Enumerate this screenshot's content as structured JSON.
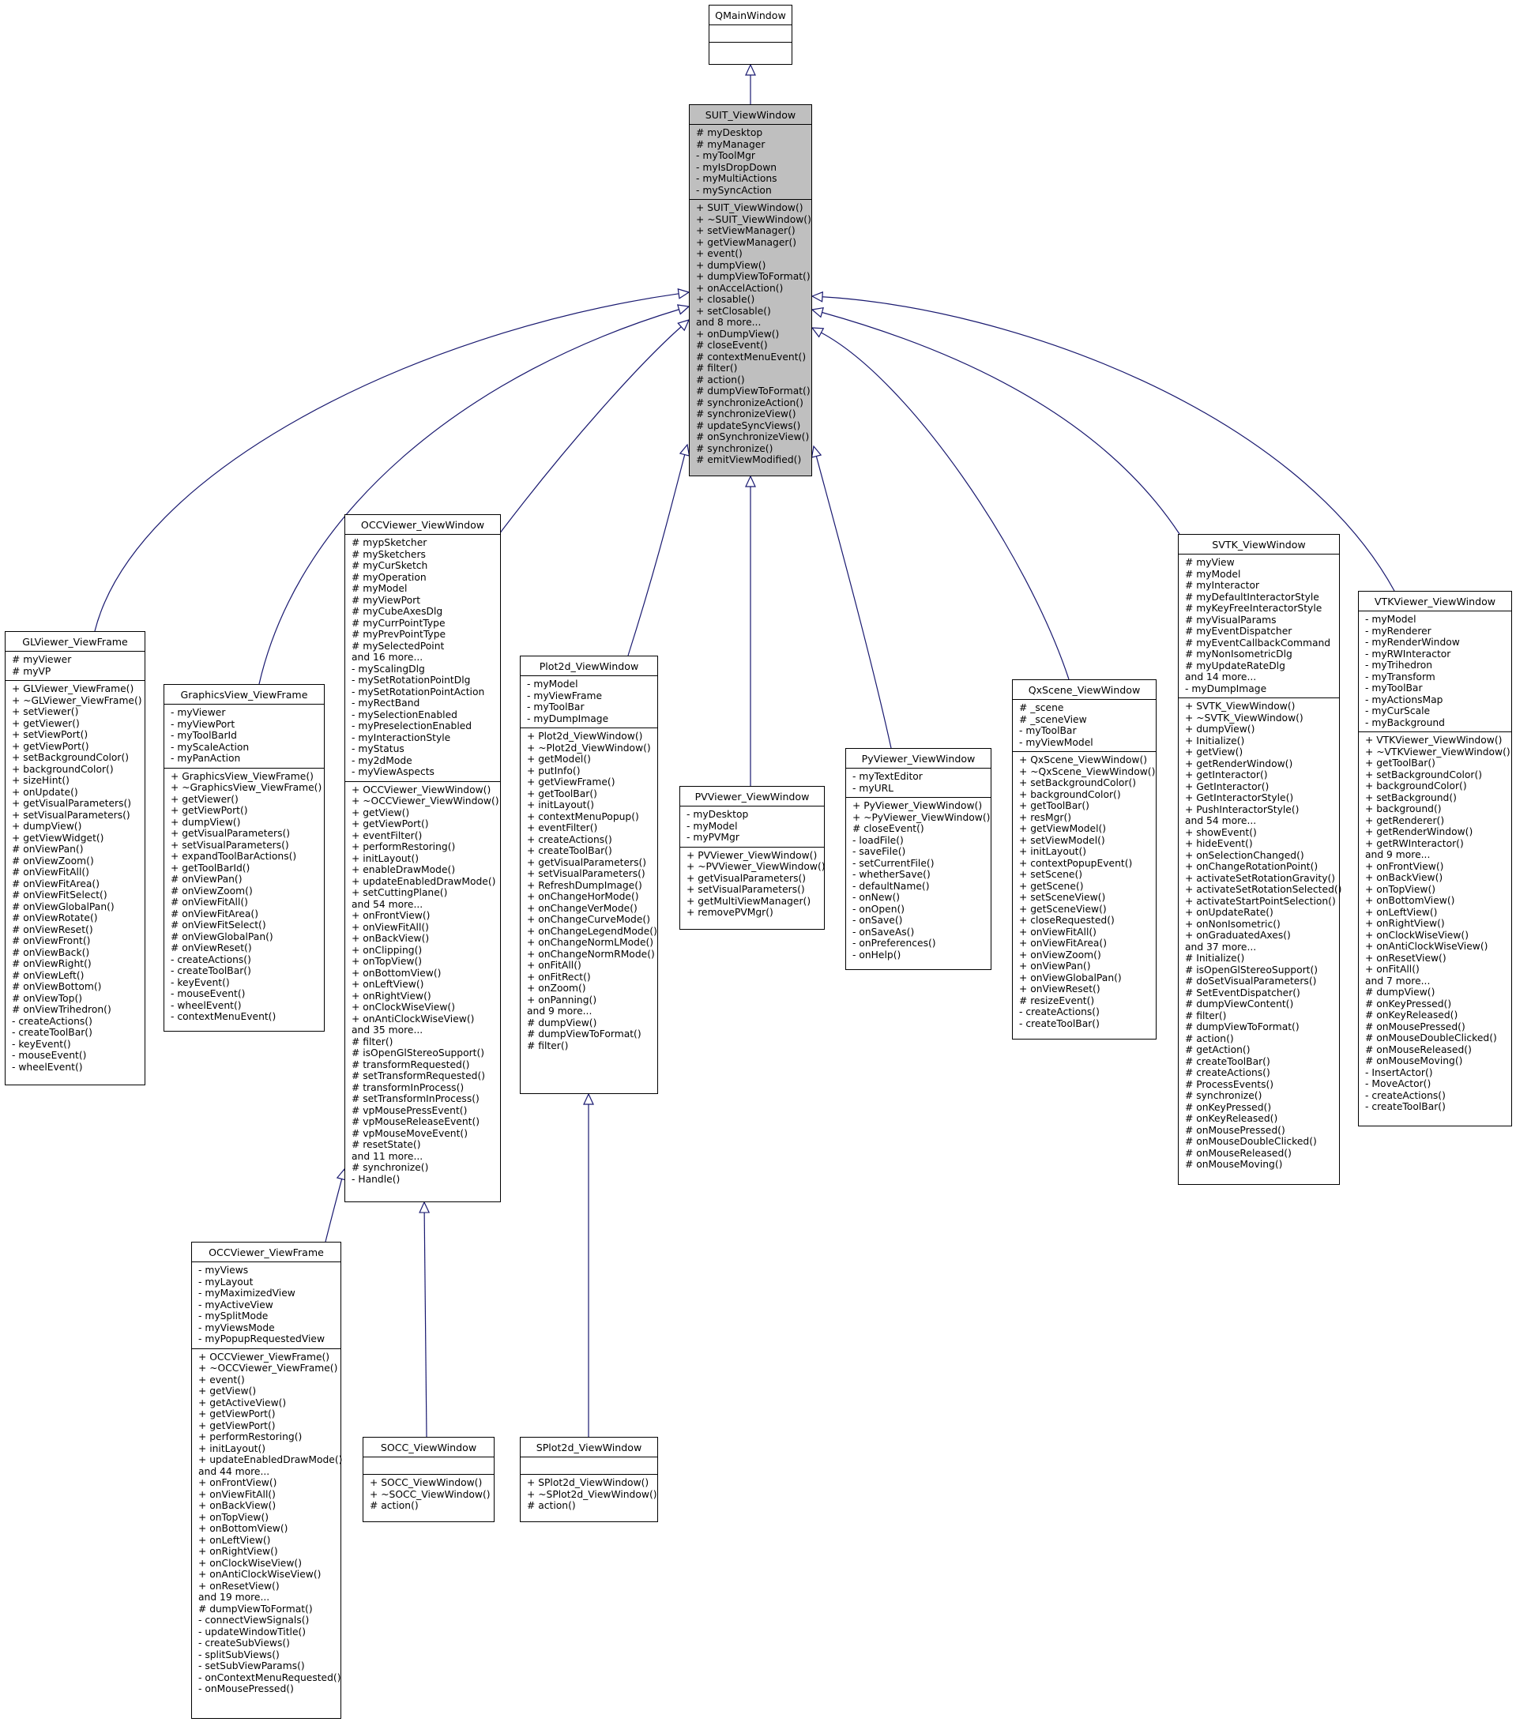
{
  "diagram": {
    "edge_color": "#191970",
    "highlight_fill": "#bfbfbf",
    "classes": [
      {
        "id": "qmainwindow",
        "name": "QMainWindow",
        "attributes": [],
        "operations": []
      },
      {
        "id": "suit",
        "name": "SUIT_ViewWindow",
        "highlight": true,
        "attributes": [
          "# myDesktop",
          "# myManager",
          "- myToolMgr",
          "- myIsDropDown",
          "- myMultiActions",
          "- mySyncAction"
        ],
        "operations": [
          "+ SUIT_ViewWindow()",
          "+ ~SUIT_ViewWindow()",
          "+ setViewManager()",
          "+ getViewManager()",
          "+ event()",
          "+ dumpView()",
          "+ dumpViewToFormat()",
          "+ onAccelAction()",
          "+ closable()",
          "+ setClosable()",
          "and 8 more...",
          "+ onDumpView()",
          "# closeEvent()",
          "# contextMenuEvent()",
          "# filter()",
          "# action()",
          "# dumpViewToFormat()",
          "# synchronizeAction()",
          "# synchronizeView()",
          "# updateSyncViews()",
          "# onSynchronizeView()",
          "# synchronize()",
          "# emitViewModified()"
        ]
      },
      {
        "id": "glviewer",
        "name": "GLViewer_ViewFrame",
        "attributes": [
          "# myViewer",
          "# myVP"
        ],
        "operations": [
          "+ GLViewer_ViewFrame()",
          "+ ~GLViewer_ViewFrame()",
          "+ setViewer()",
          "+ getViewer()",
          "+ setViewPort()",
          "+ getViewPort()",
          "+ setBackgroundColor()",
          "+ backgroundColor()",
          "+ sizeHint()",
          "+ onUpdate()",
          "+ getVisualParameters()",
          "+ setVisualParameters()",
          "+ dumpView()",
          "+ getViewWidget()",
          "# onViewPan()",
          "# onViewZoom()",
          "# onViewFitAll()",
          "# onViewFitArea()",
          "# onViewFitSelect()",
          "# onViewGlobalPan()",
          "# onViewRotate()",
          "# onViewReset()",
          "# onViewFront()",
          "# onViewBack()",
          "# onViewRight()",
          "# onViewLeft()",
          "# onViewBottom()",
          "# onViewTop()",
          "# onViewTrihedron()",
          "- createActions()",
          "- createToolBar()",
          "- keyEvent()",
          "- mouseEvent()",
          "- wheelEvent()"
        ]
      },
      {
        "id": "graphicsview",
        "name": "GraphicsView_ViewFrame",
        "attributes": [
          "- myViewer",
          "- myViewPort",
          "- myToolBarId",
          "- myScaleAction",
          "- myPanAction"
        ],
        "operations": [
          "+ GraphicsView_ViewFrame()",
          "+ ~GraphicsView_ViewFrame()",
          "+ getViewer()",
          "+ getViewPort()",
          "+ dumpView()",
          "+ getVisualParameters()",
          "+ setVisualParameters()",
          "+ expandToolBarActions()",
          "+ getToolBarId()",
          "# onViewPan()",
          "# onViewZoom()",
          "# onViewFitAll()",
          "# onViewFitArea()",
          "# onViewFitSelect()",
          "# onViewGlobalPan()",
          "# onViewReset()",
          "- createActions()",
          "- createToolBar()",
          "- keyEvent()",
          "- mouseEvent()",
          "- wheelEvent()",
          "- contextMenuEvent()"
        ]
      },
      {
        "id": "occviewer",
        "name": "OCCViewer_ViewWindow",
        "attributes": [
          "# mypSketcher",
          "# mySketchers",
          "# myCurSketch",
          "# myOperation",
          "# myModel",
          "# myViewPort",
          "# myCubeAxesDlg",
          "# myCurrPointType",
          "# myPrevPointType",
          "# mySelectedPoint",
          "and 16 more...",
          "- myScalingDlg",
          "- mySetRotationPointDlg",
          "- mySetRotationPointAction",
          "- myRectBand",
          "- mySelectionEnabled",
          "- myPreselectionEnabled",
          "- myInteractionStyle",
          "- myStatus",
          "- my2dMode",
          "- myViewAspects"
        ],
        "operations": [
          "+ OCCViewer_ViewWindow()",
          "+ ~OCCViewer_ViewWindow()",
          "+ getView()",
          "+ getViewPort()",
          "+ eventFilter()",
          "+ performRestoring()",
          "+ initLayout()",
          "+ enableDrawMode()",
          "+ updateEnabledDrawMode()",
          "+ setCuttingPlane()",
          "and 54 more...",
          "+ onFrontView()",
          "+ onViewFitAll()",
          "+ onBackView()",
          "+ onClipping()",
          "+ onTopView()",
          "+ onBottomView()",
          "+ onLeftView()",
          "+ onRightView()",
          "+ onClockWiseView()",
          "+ onAntiClockWiseView()",
          "and 35 more...",
          "# filter()",
          "# isOpenGlStereoSupport()",
          "# transformRequested()",
          "# setTransformRequested()",
          "# transformInProcess()",
          "# setTransformInProcess()",
          "# vpMousePressEvent()",
          "# vpMouseReleaseEvent()",
          "# vpMouseMoveEvent()",
          "# resetState()",
          "and 11 more...",
          "# synchronize()",
          "- Handle()"
        ]
      },
      {
        "id": "plot2d",
        "name": "Plot2d_ViewWindow",
        "attributes": [
          "- myModel",
          "- myViewFrame",
          "- myToolBar",
          "- myDumpImage"
        ],
        "operations": [
          "+ Plot2d_ViewWindow()",
          "+ ~Plot2d_ViewWindow()",
          "+ getModel()",
          "+ putInfo()",
          "+ getViewFrame()",
          "+ getToolBar()",
          "+ initLayout()",
          "+ contextMenuPopup()",
          "+ eventFilter()",
          "+ createActions()",
          "+ createToolBar()",
          "+ getVisualParameters()",
          "+ setVisualParameters()",
          "+ RefreshDumpImage()",
          "+ onChangeHorMode()",
          "+ onChangeVerMode()",
          "+ onChangeCurveMode()",
          "+ onChangeLegendMode()",
          "+ onChangeNormLMode()",
          "+ onChangeNormRMode()",
          "+ onFitAll()",
          "+ onFitRect()",
          "+ onZoom()",
          "+ onPanning()",
          "and 9 more...",
          "# dumpView()",
          "# dumpViewToFormat()",
          "# filter()"
        ]
      },
      {
        "id": "pvviewer",
        "name": "PVViewer_ViewWindow",
        "attributes": [
          "- myDesktop",
          "- myModel",
          "- myPVMgr"
        ],
        "operations": [
          "+ PVViewer_ViewWindow()",
          "+ ~PVViewer_ViewWindow()",
          "+ getVisualParameters()",
          "+ setVisualParameters()",
          "+ getMultiViewManager()",
          "+ removePVMgr()"
        ]
      },
      {
        "id": "pyviewer",
        "name": "PyViewer_ViewWindow",
        "attributes": [
          "- myTextEditor",
          "- myURL"
        ],
        "operations": [
          "+ PyViewer_ViewWindow()",
          "+ ~PyViewer_ViewWindow()",
          "# closeEvent()",
          "- loadFile()",
          "- saveFile()",
          "- setCurrentFile()",
          "- whetherSave()",
          "- defaultName()",
          "- onNew()",
          "- onOpen()",
          "- onSave()",
          "- onSaveAs()",
          "- onPreferences()",
          "- onHelp()"
        ]
      },
      {
        "id": "qxscene",
        "name": "QxScene_ViewWindow",
        "attributes": [
          "# _scene",
          "# _sceneView",
          "- myToolBar",
          "- myViewModel"
        ],
        "operations": [
          "+ QxScene_ViewWindow()",
          "+ ~QxScene_ViewWindow()",
          "+ setBackgroundColor()",
          "+ backgroundColor()",
          "+ getToolBar()",
          "+ resMgr()",
          "+ getViewModel()",
          "+ setViewModel()",
          "+ initLayout()",
          "+ contextPopupEvent()",
          "+ setScene()",
          "+ getScene()",
          "+ setSceneView()",
          "+ getSceneView()",
          "+ closeRequested()",
          "+ onViewFitAll()",
          "+ onViewFitArea()",
          "+ onViewZoom()",
          "+ onViewPan()",
          "+ onViewGlobalPan()",
          "+ onViewReset()",
          "# resizeEvent()",
          "- createActions()",
          "- createToolBar()"
        ]
      },
      {
        "id": "svtk",
        "name": "SVTK_ViewWindow",
        "attributes": [
          "# myView",
          "# myModel",
          "# myInteractor",
          "# myDefaultInteractorStyle",
          "# myKeyFreeInteractorStyle",
          "# myVisualParams",
          "# myEventDispatcher",
          "# myEventCallbackCommand",
          "# myNonIsometricDlg",
          "# myUpdateRateDlg",
          "and 14 more...",
          "- myDumpImage"
        ],
        "operations": [
          "+ SVTK_ViewWindow()",
          "+ ~SVTK_ViewWindow()",
          "+ dumpView()",
          "+ Initialize()",
          "+ getView()",
          "+ getRenderWindow()",
          "+ getInteractor()",
          "+ GetInteractor()",
          "+ GetInteractorStyle()",
          "+ PushInteractorStyle()",
          "and 54 more...",
          "+ showEvent()",
          "+ hideEvent()",
          "+ onSelectionChanged()",
          "+ onChangeRotationPoint()",
          "+ activateSetRotationGravity()",
          "+ activateSetRotationSelected()",
          "+ activateStartPointSelection()",
          "+ onUpdateRate()",
          "+ onNonIsometric()",
          "+ onGraduatedAxes()",
          "and 37 more...",
          "# Initialize()",
          "# isOpenGlStereoSupport()",
          "# doSetVisualParameters()",
          "# SetEventDispatcher()",
          "# dumpViewContent()",
          "# filter()",
          "# dumpViewToFormat()",
          "# action()",
          "# getAction()",
          "# createToolBar()",
          "# createActions()",
          "# ProcessEvents()",
          "# synchronize()",
          "# onKeyPressed()",
          "# onKeyReleased()",
          "# onMousePressed()",
          "# onMouseDoubleClicked()",
          "# onMouseReleased()",
          "# onMouseMoving()"
        ]
      },
      {
        "id": "vtkviewer",
        "name": "VTKViewer_ViewWindow",
        "attributes": [
          "- myModel",
          "- myRenderer",
          "- myRenderWindow",
          "- myRWInteractor",
          "- myTrihedron",
          "- myTransform",
          "- myToolBar",
          "- myActionsMap",
          "- myCurScale",
          "- myBackground"
        ],
        "operations": [
          "+ VTKViewer_ViewWindow()",
          "+ ~VTKViewer_ViewWindow()",
          "+ getToolBar()",
          "+ setBackgroundColor()",
          "+ backgroundColor()",
          "+ setBackground()",
          "+ background()",
          "+ getRenderer()",
          "+ getRenderWindow()",
          "+ getRWInteractor()",
          "and 9 more...",
          "+ onFrontView()",
          "+ onBackView()",
          "+ onTopView()",
          "+ onBottomView()",
          "+ onLeftView()",
          "+ onRightView()",
          "+ onClockWiseView()",
          "+ onAntiClockWiseView()",
          "+ onResetView()",
          "+ onFitAll()",
          "and 7 more...",
          "# dumpView()",
          "# onKeyPressed()",
          "# onKeyReleased()",
          "# onMousePressed()",
          "# onMouseDoubleClicked()",
          "# onMouseReleased()",
          "# onMouseMoving()",
          "- InsertActor()",
          "- MoveActor()",
          "- createActions()",
          "- createToolBar()"
        ]
      },
      {
        "id": "occframe",
        "name": "OCCViewer_ViewFrame",
        "attributes": [
          "- myViews",
          "- myLayout",
          "- myMaximizedView",
          "- myActiveView",
          "- mySplitMode",
          "- myViewsMode",
          "- myPopupRequestedView"
        ],
        "operations": [
          "+ OCCViewer_ViewFrame()",
          "+ ~OCCViewer_ViewFrame()",
          "+ event()",
          "+ getView()",
          "+ getActiveView()",
          "+ getViewPort()",
          "+ getViewPort()",
          "+ performRestoring()",
          "+ initLayout()",
          "+ updateEnabledDrawMode()",
          "and 44 more...",
          "+ onFrontView()",
          "+ onViewFitAll()",
          "+ onBackView()",
          "+ onTopView()",
          "+ onBottomView()",
          "+ onLeftView()",
          "+ onRightView()",
          "+ onClockWiseView()",
          "+ onAntiClockWiseView()",
          "+ onResetView()",
          "and 19 more...",
          "# dumpViewToFormat()",
          "- connectViewSignals()",
          "- updateWindowTitle()",
          "- createSubViews()",
          "- splitSubViews()",
          "- setSubViewParams()",
          "- onContextMenuRequested()",
          "- onMousePressed()"
        ]
      },
      {
        "id": "socc",
        "name": "SOCC_ViewWindow",
        "attributes": [],
        "operations": [
          "+ SOCC_ViewWindow()",
          "+ ~SOCC_ViewWindow()",
          "# action()"
        ]
      },
      {
        "id": "splot2d",
        "name": "SPlot2d_ViewWindow",
        "attributes": [],
        "operations": [
          "+ SPlot2d_ViewWindow()",
          "+ ~SPlot2d_ViewWindow()",
          "# action()"
        ]
      }
    ],
    "edges": [
      {
        "from": "suit",
        "to": "qmainwindow"
      },
      {
        "from": "glviewer",
        "to": "suit"
      },
      {
        "from": "graphicsview",
        "to": "suit"
      },
      {
        "from": "occviewer",
        "to": "suit"
      },
      {
        "from": "plot2d",
        "to": "suit"
      },
      {
        "from": "pvviewer",
        "to": "suit"
      },
      {
        "from": "pyviewer",
        "to": "suit"
      },
      {
        "from": "qxscene",
        "to": "suit"
      },
      {
        "from": "svtk",
        "to": "suit"
      },
      {
        "from": "vtkviewer",
        "to": "suit"
      },
      {
        "from": "occframe",
        "to": "occviewer"
      },
      {
        "from": "socc",
        "to": "occviewer"
      },
      {
        "from": "splot2d",
        "to": "plot2d"
      }
    ]
  }
}
